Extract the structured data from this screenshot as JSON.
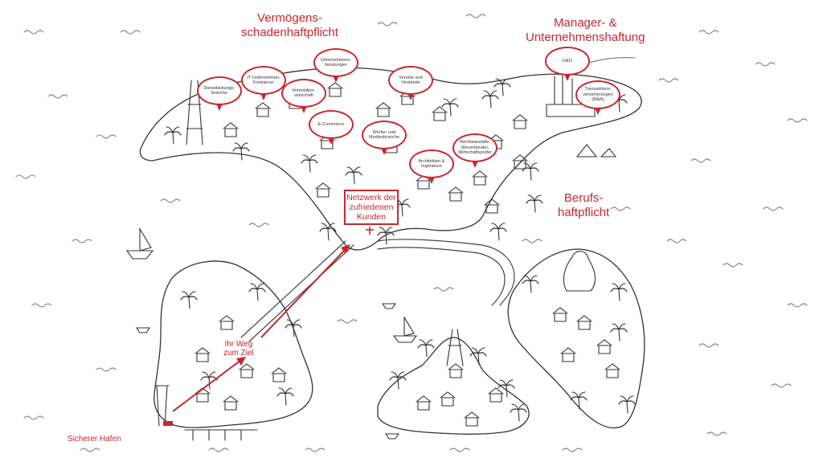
{
  "regions": {
    "vermoegen": [
      "Vermögens-",
      "schadenhaftpflicht"
    ],
    "manager": [
      "Manager- &",
      "Unternehmenshaftung"
    ],
    "berufs": [
      "Berufs-",
      "haftpflicht"
    ]
  },
  "pins": [
    {
      "id": "dienstleistung",
      "text": "Dienstleistungs-branche"
    },
    {
      "id": "it",
      "text": "IT-Unternehmen, Freelancer"
    },
    {
      "id": "immobilien",
      "text": "Immobilien-wirtschaft"
    },
    {
      "id": "unternehmensberatung",
      "text": "Unternehmens-beratungen"
    },
    {
      "id": "vereine",
      "text": "Vereine und Verbände"
    },
    {
      "id": "ecommerce",
      "text": "E-Commerce"
    },
    {
      "id": "werbe",
      "text": "Werbe- und Medienbranche"
    },
    {
      "id": "architekten",
      "text": "Architekten & Ingenieure"
    },
    {
      "id": "rechtsanwaelte",
      "text": "Rechtsanwälte, Steuerberater, Wirtschaftsprüfer"
    },
    {
      "id": "do",
      "text": "D&O"
    },
    {
      "id": "transaktion",
      "text": "Transaktions-versicherungen (M&A)"
    }
  ],
  "sign": [
    "Netzwerk der",
    "zufriedenen",
    "Kunden"
  ],
  "path_label": [
    "Ihr Weg",
    "zum Ziel"
  ],
  "harbor": "Sicherer Hafen",
  "colors": {
    "accent": "#c8262e",
    "ink": "#333333"
  }
}
